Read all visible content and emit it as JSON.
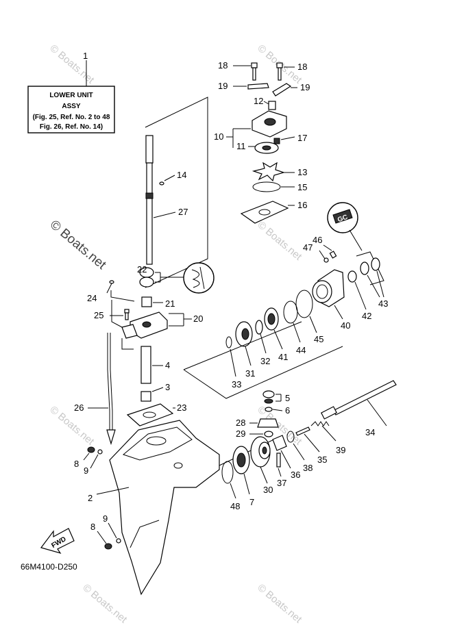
{
  "info_box": {
    "ref_number": "1",
    "line1": "LOWER UNIT",
    "line2": "ASSY",
    "line3": "(Fig. 25, Ref. No. 2 to 48",
    "line4": "Fig. 26, Ref. No. 14)"
  },
  "diagram_code": "66M4100-D250",
  "fwd_label": "FWD",
  "watermark": "© Boats.net",
  "gc_label": "GC",
  "part_labels": {
    "p18a": "18",
    "p18b": "18",
    "p19a": "19",
    "p19b": "19",
    "p12": "12",
    "p10": "10",
    "p11": "11",
    "p17": "17",
    "p13": "13",
    "p15": "15",
    "p16": "16",
    "p14": "14",
    "p27": "27",
    "p22": "22",
    "p24": "24",
    "p21": "21",
    "p25": "25",
    "p20": "20",
    "p4": "4",
    "p3": "3",
    "p26": "26",
    "p23": "23",
    "p8a": "8",
    "p9a": "9",
    "p2": "2",
    "p9b": "9",
    "p8b": "8",
    "p46": "46",
    "p47": "47",
    "p43": "43",
    "p42": "42",
    "p40": "40",
    "p45": "45",
    "p44": "44",
    "p41": "41",
    "p32": "32",
    "p31": "31",
    "p33": "33",
    "p5": "5",
    "p6": "6",
    "p28": "28",
    "p29": "29",
    "p34": "34",
    "p39": "39",
    "p35": "35",
    "p38": "38",
    "p36": "36",
    "p37": "37",
    "p30": "30",
    "p7": "7",
    "p48": "48"
  }
}
